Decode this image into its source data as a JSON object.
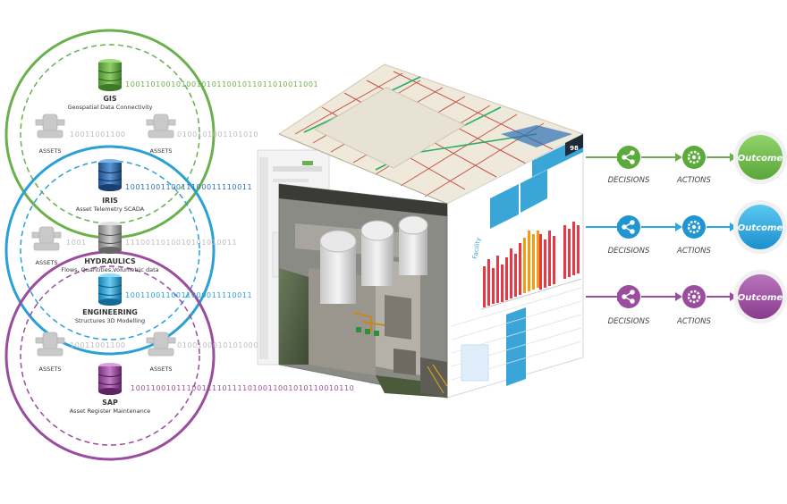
{
  "sources": [
    {
      "title": "GIS",
      "subtitle": "Geospatial Data Connectivity",
      "color": "#6ab04c"
    },
    {
      "title": "IRIS",
      "subtitle": "Asset Telemetry SCADA",
      "color": "#2f6fb5"
    },
    {
      "title": "HYDRAULICS",
      "subtitle": "Flows, Quantities,Volumetric data",
      "color": "#8c8c8c"
    },
    {
      "title": "ENGINEERING",
      "subtitle": "Structures 3D Modelling",
      "color": "#29a0d8"
    },
    {
      "title": "SAP",
      "subtitle": "Asset Register Maintenance",
      "color": "#9b4c9e"
    }
  ],
  "assets_label": "ASSETS",
  "binary_streams": [
    {
      "text": "10011010010100101011001011011010011001",
      "color": "#6ab04c"
    },
    {
      "text": "10011001100",
      "color": "#bbbbbb"
    },
    {
      "text": "0100101001101010",
      "color": "#bbbbbb"
    },
    {
      "text": "1001100110011100011110011",
      "color": "#2f6fb5"
    },
    {
      "text": "1001",
      "color": "#bbbbbb"
    },
    {
      "text": "1110011010010101010011",
      "color": "#bbbbbb"
    },
    {
      "text": "1001100110011000011110011",
      "color": "#29a0d8"
    },
    {
      "text": "10011001100",
      "color": "#bbbbbb"
    },
    {
      "text": "0100100010101000",
      "color": "#bbbbbb"
    },
    {
      "text": "10011001011100111101111010011001010110010110",
      "color": "#9b4c9e"
    }
  ],
  "flows": [
    {
      "decision": "DECISIONS",
      "action": "ACTIONS",
      "outcome": "Outcome",
      "color": "#6ab04c"
    },
    {
      "decision": "DECISIONS",
      "action": "ACTIONS",
      "outcome": "Outcome",
      "color": "#29a8e0"
    },
    {
      "decision": "DECISIONS",
      "action": "ACTIONS",
      "outcome": "Outcome",
      "color": "#9b4c9e"
    }
  ],
  "cube_panel": {
    "label": "Facility",
    "dark_badge": "98"
  }
}
